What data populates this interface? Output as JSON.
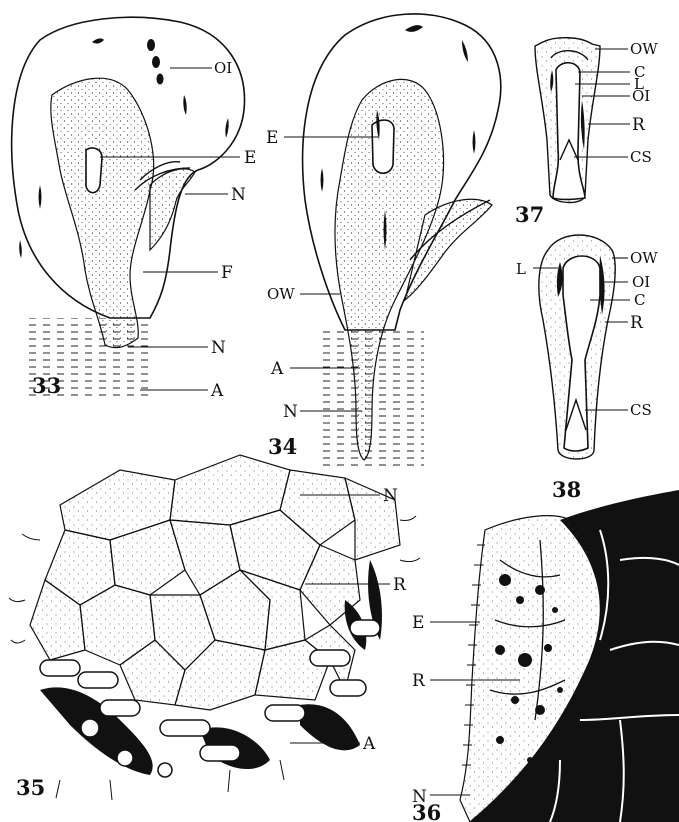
{
  "figures": {
    "fig33": {
      "number": "33",
      "labels": {
        "oi": "OI",
        "e": "E",
        "n_top": "N",
        "f": "F",
        "n_bottom": "N",
        "a": "A"
      }
    },
    "fig34": {
      "number": "34",
      "labels": {
        "e": "E",
        "ow": "OW",
        "a": "A",
        "n": "N"
      }
    },
    "fig35": {
      "number": "35",
      "labels": {
        "n": "N",
        "r": "R",
        "a": "A"
      }
    },
    "fig36": {
      "number": "36",
      "labels": {
        "e": "E",
        "r": "R",
        "n": "N"
      }
    },
    "fig37": {
      "number": "37",
      "labels": {
        "ow": "OW",
        "c": "C",
        "l": "L",
        "oi": "OI",
        "r": "R",
        "cs": "CS"
      }
    },
    "fig38": {
      "number": "38",
      "labels": {
        "l": "L",
        "ow": "OW",
        "oi": "OI",
        "c": "C",
        "r": "R",
        "cs": "CS"
      }
    }
  },
  "colors": {
    "ink": "#111111",
    "paper": "#ffffff"
  }
}
